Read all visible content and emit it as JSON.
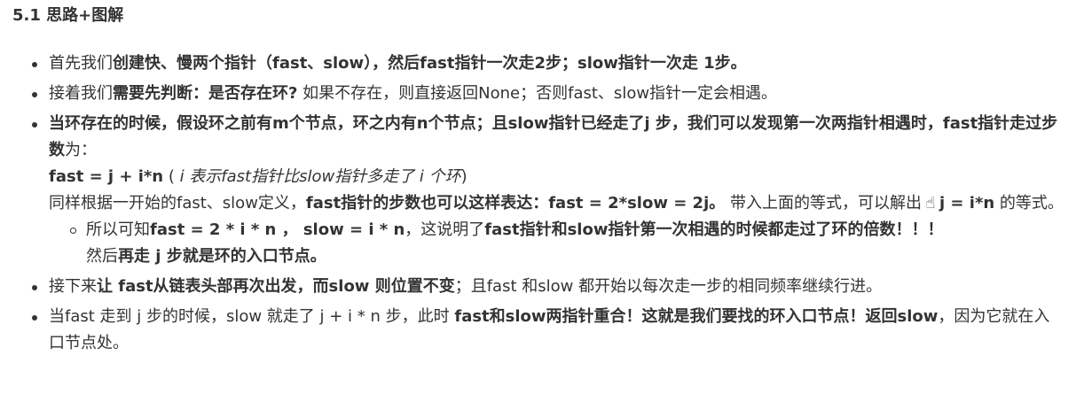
{
  "heading": "5.1 思路+图解",
  "items": [
    {
      "p1": "首先我们",
      "b1": "创建快、慢两个指针（fast、slow），然后fast指针一次走2步；slow指针一次走 1步。"
    },
    {
      "p1": "接着我们",
      "b1": "需要先判断：是否存在环?",
      "p2": " 如果不存在，则直接返回None；否则fast、slow指针一定会相遇。"
    },
    {
      "b1": "当环存在的时候，假设环之前有m个节点，环之内有n个节点；且slow指针已经走了j 步，我们可以发现第一次两指针相遇时，fast指针走过步数",
      "p1": "为：",
      "formula_b": "fast = j + i*n",
      "formula_p": " ( ",
      "formula_i": "i 表示fast指针比slow指针多走了 i 个环",
      "formula_close": ")",
      "l3_p1": "同样根据一开始的fast、slow定义，",
      "l3_b1": "fast指针的步数也可以这样表达：fast = 2*slow = 2j。",
      "l3_p2": " 带入上面的等式，可以解出",
      "hand_icon": "☝",
      "l3_b2": "j = i*n",
      "l3_p3": " 的等式。",
      "sub": {
        "p1": "所以可知",
        "b1": "fast = 2 * i * n ， slow = i * n",
        "p2": "，这说明了",
        "b2": "fast指针和slow指针第一次相遇的时候都走过了环的倍数！！！",
        "p3": "然后",
        "b3": "再走 j 步就是环的入口节点。"
      }
    },
    {
      "p1": "接下来",
      "b1": "让 fast从链表头部再次出发，而slow 则位置不变",
      "p2": "；且fast 和slow 都开始以每次走一步的相同频率继续行进。"
    },
    {
      "p1": "当fast 走到 j 步的时候，slow 就走了 j + i * n 步，此时 ",
      "b1": "fast和slow两指针重合！这就是我们要找的环入口节点！返回slow",
      "p2": "，因为它就在入口节点处。"
    }
  ]
}
